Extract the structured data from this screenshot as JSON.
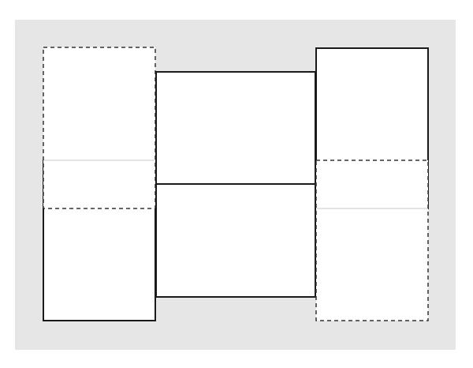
{
  "colors": {
    "page": "#ffffff",
    "canvas": "#e6e6e6",
    "panel_fill": "#ffffff",
    "solid_stroke": "#1a1a1a",
    "dashed_stroke": "#333333",
    "faint_stroke": "#dcdcdc"
  },
  "panels": [
    {
      "name": "left-panel-lower-solid",
      "style": "solid"
    },
    {
      "name": "left-panel-upper-dashed",
      "style": "dashed"
    },
    {
      "name": "center-panel-top",
      "style": "solid"
    },
    {
      "name": "center-panel-bottom",
      "style": "solid"
    },
    {
      "name": "right-panel-upper-solid",
      "style": "solid"
    },
    {
      "name": "right-panel-lower-dashed",
      "style": "dashed"
    }
  ]
}
